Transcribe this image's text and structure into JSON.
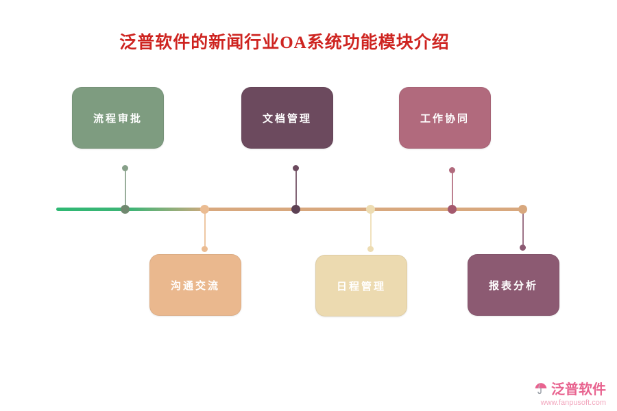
{
  "title": "泛普软件的新闻行业OA系统功能模块介绍",
  "title_color": "#CE2420",
  "timeline": {
    "gradient_start": "#2EB873",
    "gradient_end": "#D8A87E"
  },
  "modules": [
    {
      "label": "流程审批",
      "side": "top",
      "color": "#7E9C80",
      "dot_on_line": "#70886F",
      "dot_end": "#87A089"
    },
    {
      "label": "文档管理",
      "side": "top",
      "color": "#6C4A5E",
      "dot_on_line": "#5D4154",
      "dot_end": "#6C4A5E"
    },
    {
      "label": "工作协同",
      "side": "top",
      "color": "#B16A7D",
      "dot_on_line": "#A4596E",
      "dot_end": "#B16A7D"
    },
    {
      "label": "沟通交流",
      "side": "bottom",
      "color": "#EAB88E",
      "dot_on_line": "#EBBC92",
      "dot_end": "#EBBC92"
    },
    {
      "label": "日程管理",
      "side": "bottom",
      "color": "#ECDAB0",
      "dot_on_line": "#EDDCB2",
      "dot_end": "#EDDCB2"
    },
    {
      "label": "报表分析",
      "side": "bottom",
      "color": "#8C5A72",
      "dot_on_line": "#D8A87E",
      "dot_end": "#8C5A72"
    }
  ],
  "footer": {
    "brand": "泛普软件",
    "url": "www.fanpusoft.com",
    "brand_color": "#E8638F",
    "url_color": "#F2A6BD"
  }
}
